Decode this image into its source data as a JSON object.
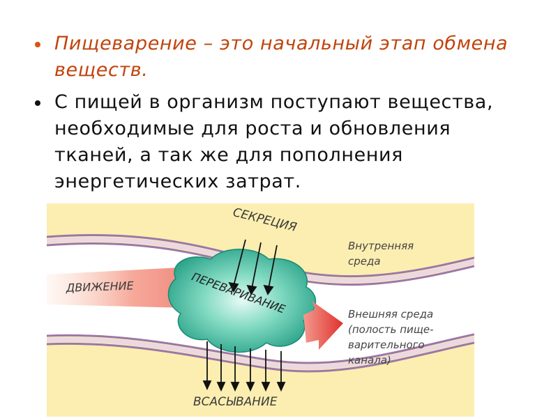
{
  "bullets": [
    {
      "text": "Пищеварение – это начальный этап обмена веществ."
    },
    {
      "text": "С пищей в организм поступают вещества, необходимые для роста и обновления тканей, а так же для пополнения энергетических затрат."
    }
  ],
  "diagram": {
    "labels": {
      "secretion": "СЕКРЕЦИЯ",
      "movement": "ДВИЖЕНИЕ",
      "digestion": "ПЕРЕВАРИВАНИЕ",
      "absorption": "ВСАСЫВАНИЕ",
      "internal_env_1": "Внутренняя",
      "internal_env_2": "среда",
      "external_env_1": "Внешняя среда",
      "external_env_2": "(полость пище-",
      "external_env_3": "варительного",
      "external_env_4": "канала)"
    },
    "colors": {
      "background": "#fbeeb0",
      "channel": "#ffffff",
      "wall": "#9c77a8",
      "mass": "#2fae94",
      "arrow": "#e8423a",
      "text": "#404040"
    }
  }
}
